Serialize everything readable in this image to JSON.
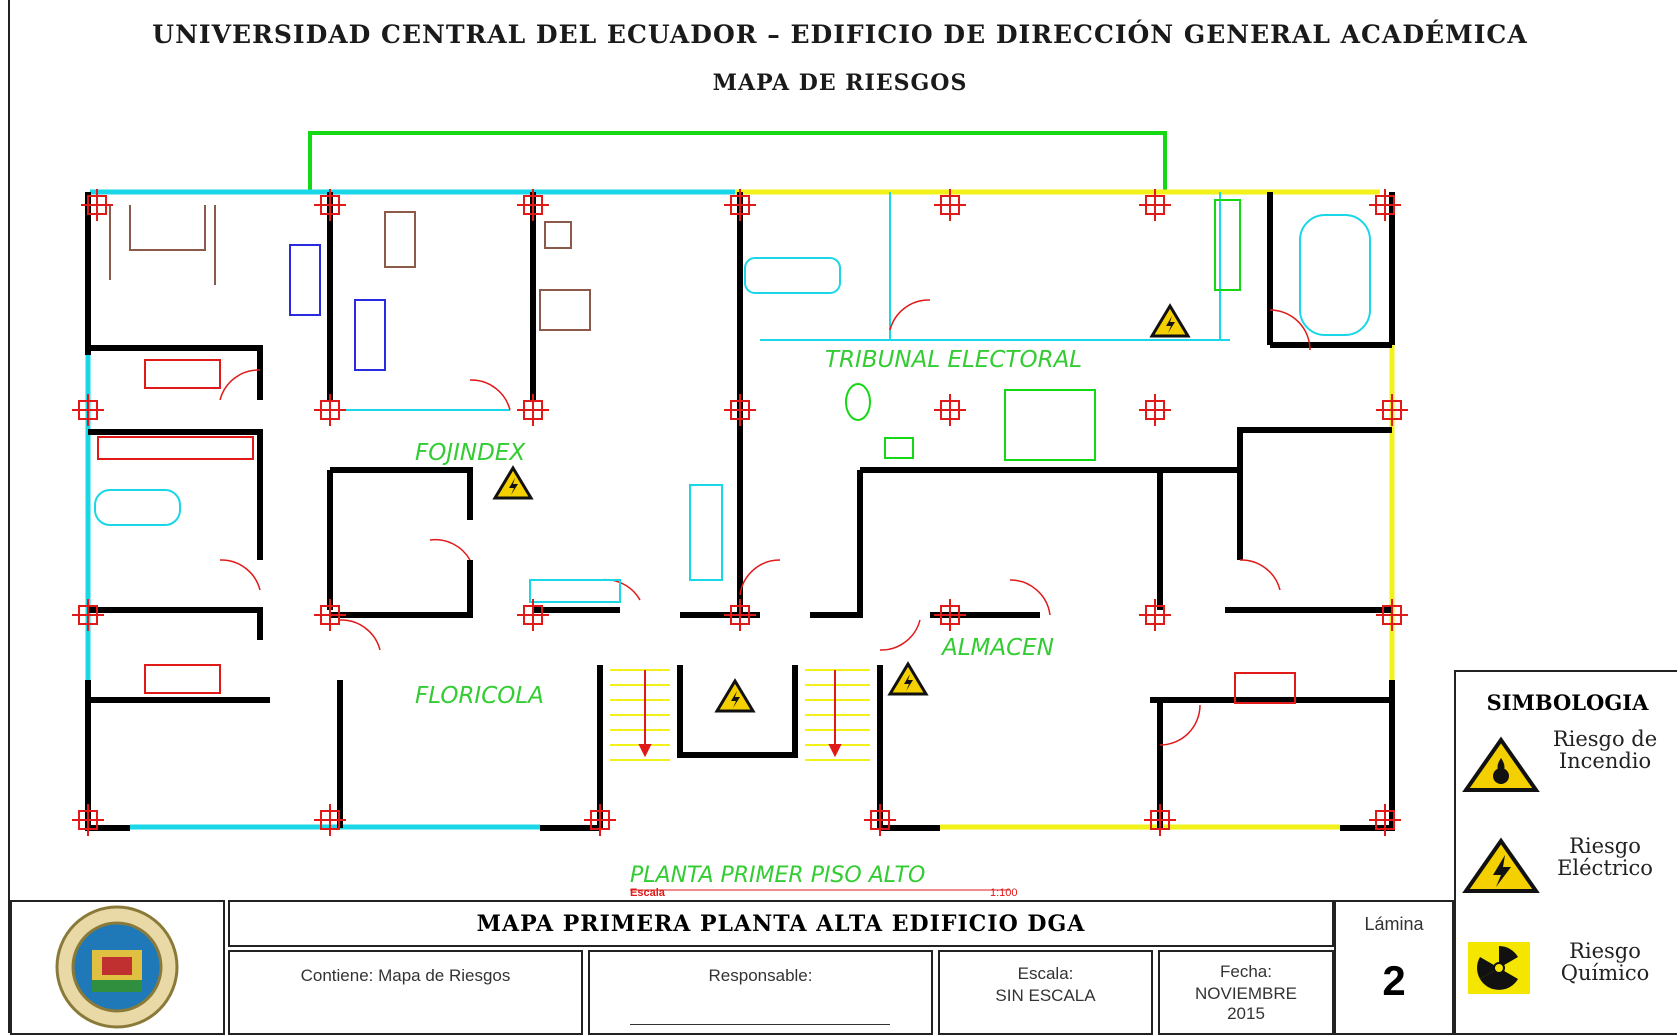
{
  "header": {
    "title": "UNIVERSIDAD CENTRAL DEL ECUADOR – EDIFICIO DE DIRECCIÓN GENERAL ACADÉMICA",
    "subtitle": "MAPA DE RIESGOS"
  },
  "plan": {
    "rooms": {
      "fojindex": "FOJINDEX",
      "tribunal": "TRIBUNAL ELECTORAL",
      "floricola": "FLORICOLA",
      "almacen": "ALMACEN"
    },
    "caption": "PLANTA PRIMER PISO ALTO",
    "scale_label": "Escala",
    "scale_value": "1:100"
  },
  "legend": {
    "title": "SIMBOLOGIA",
    "items": [
      {
        "label": "Riesgo de\nIncendio",
        "icon": "fire-risk-icon"
      },
      {
        "label": "Riesgo\nEléctrico",
        "icon": "electric-risk-icon"
      },
      {
        "label": "Riesgo\nQuímico",
        "icon": "chemical-risk-icon"
      }
    ]
  },
  "title_block": {
    "map_title": "MAPA PRIMERA PLANTA ALTA EDIFICIO DGA",
    "lamina_label": "Lámina",
    "lamina_value": "2",
    "contains": "Contiene: Mapa de Riesgos",
    "responsible": "Responsable:",
    "scale_label": "Escala:",
    "scale_value": "SIN ESCALA",
    "date_label": "Fecha:",
    "date_value_1": "NOVIEMBRE",
    "date_value_2": "2015"
  },
  "colors": {
    "wall": "#000000",
    "window_cyan": "#19d7e6",
    "window_yellow": "#f2f21a",
    "route_green": "#15d815",
    "column_red": "#e01919",
    "label_green": "#33cc33",
    "hazard_yellow": "#f5d000"
  }
}
